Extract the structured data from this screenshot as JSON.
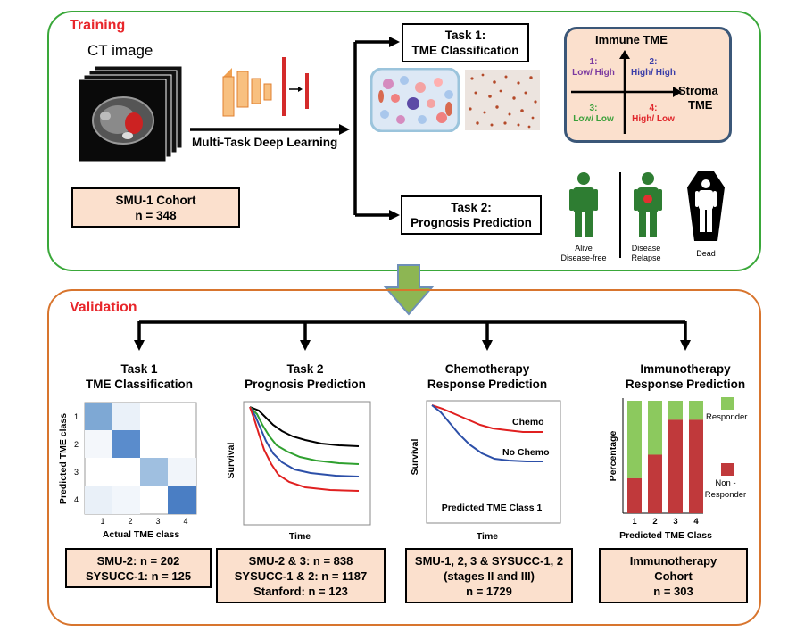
{
  "training": {
    "title": "Training",
    "ct_label": "CT image",
    "method_label": "Multi-Task Deep Learning",
    "cohort_name": "SMU-1 Cohort",
    "cohort_n": "n = 348",
    "task1_line1": "Task 1:",
    "task1_line2": "TME Classification",
    "task2_line1": "Task 2:",
    "task2_line2": "Prognosis Prediction",
    "quadrant": {
      "y_axis": "Immune TME",
      "x_axis_line1": "Stroma",
      "x_axis_line2": "TME",
      "q1_num": "1:",
      "q1_label": "Low/ High",
      "q2_num": "2:",
      "q2_label": "High/ High",
      "q3_num": "3:",
      "q3_label": "Low/ Low",
      "q4_num": "4:",
      "q4_label": "High/ Low"
    },
    "outcomes": {
      "alive_line1": "Alive",
      "alive_line2": "Disease-free",
      "relapse_line1": "Disease",
      "relapse_line2": "Relapse",
      "dead": "Dead"
    }
  },
  "validation": {
    "title": "Validation",
    "columns": [
      {
        "title_line1": "Task 1",
        "title_line2": "TME Classification",
        "y_label": "Predicted TME class",
        "x_label": "Actual TME class",
        "ticks": [
          "1",
          "2",
          "3",
          "4"
        ],
        "cohort_lines": [
          "SMU-2: n = 202",
          "SYSUCC-1: n = 125"
        ]
      },
      {
        "title_line1": "Task 2",
        "title_line2": "Prognosis Prediction",
        "y_label": "Survival",
        "x_label": "Time",
        "cohort_lines": [
          "SMU-2 & 3: n = 838",
          "SYSUCC-1 & 2: n = 1187",
          "Stanford: n = 123"
        ]
      },
      {
        "title_line1": "Chemotherapy",
        "title_line2": "Response Prediction",
        "y_label": "Survival",
        "x_label": "Time",
        "chemo_label": "Chemo",
        "no_chemo_label": "No Chemo",
        "subset_label": "Predicted TME Class 1",
        "cohort_lines": [
          "SMU-1, 2, 3 & SYSUCC-1, 2",
          "(stages II and III)",
          "n = 1729"
        ]
      },
      {
        "title_line1": "Immunotherapy",
        "title_line2": "Response Prediction",
        "y_label": "Percentage",
        "x_label": "Predicted TME Class",
        "ticks": [
          "1",
          "2",
          "3",
          "4"
        ],
        "legend_responder": "Responder",
        "legend_non1": "Non -",
        "legend_non2": "Responder",
        "cohort_lines": [
          "Immunotherapy",
          "Cohort",
          "n = 303"
        ]
      }
    ]
  },
  "colors": {
    "training_border": "#3aa83a",
    "validation_border": "#d8752e",
    "title_red": "#e8262b",
    "peach": "#fbe0cd",
    "responder_green": "#8cc95e",
    "nonresponder_red": "#c0393b",
    "arrow_green": "#8db653"
  }
}
